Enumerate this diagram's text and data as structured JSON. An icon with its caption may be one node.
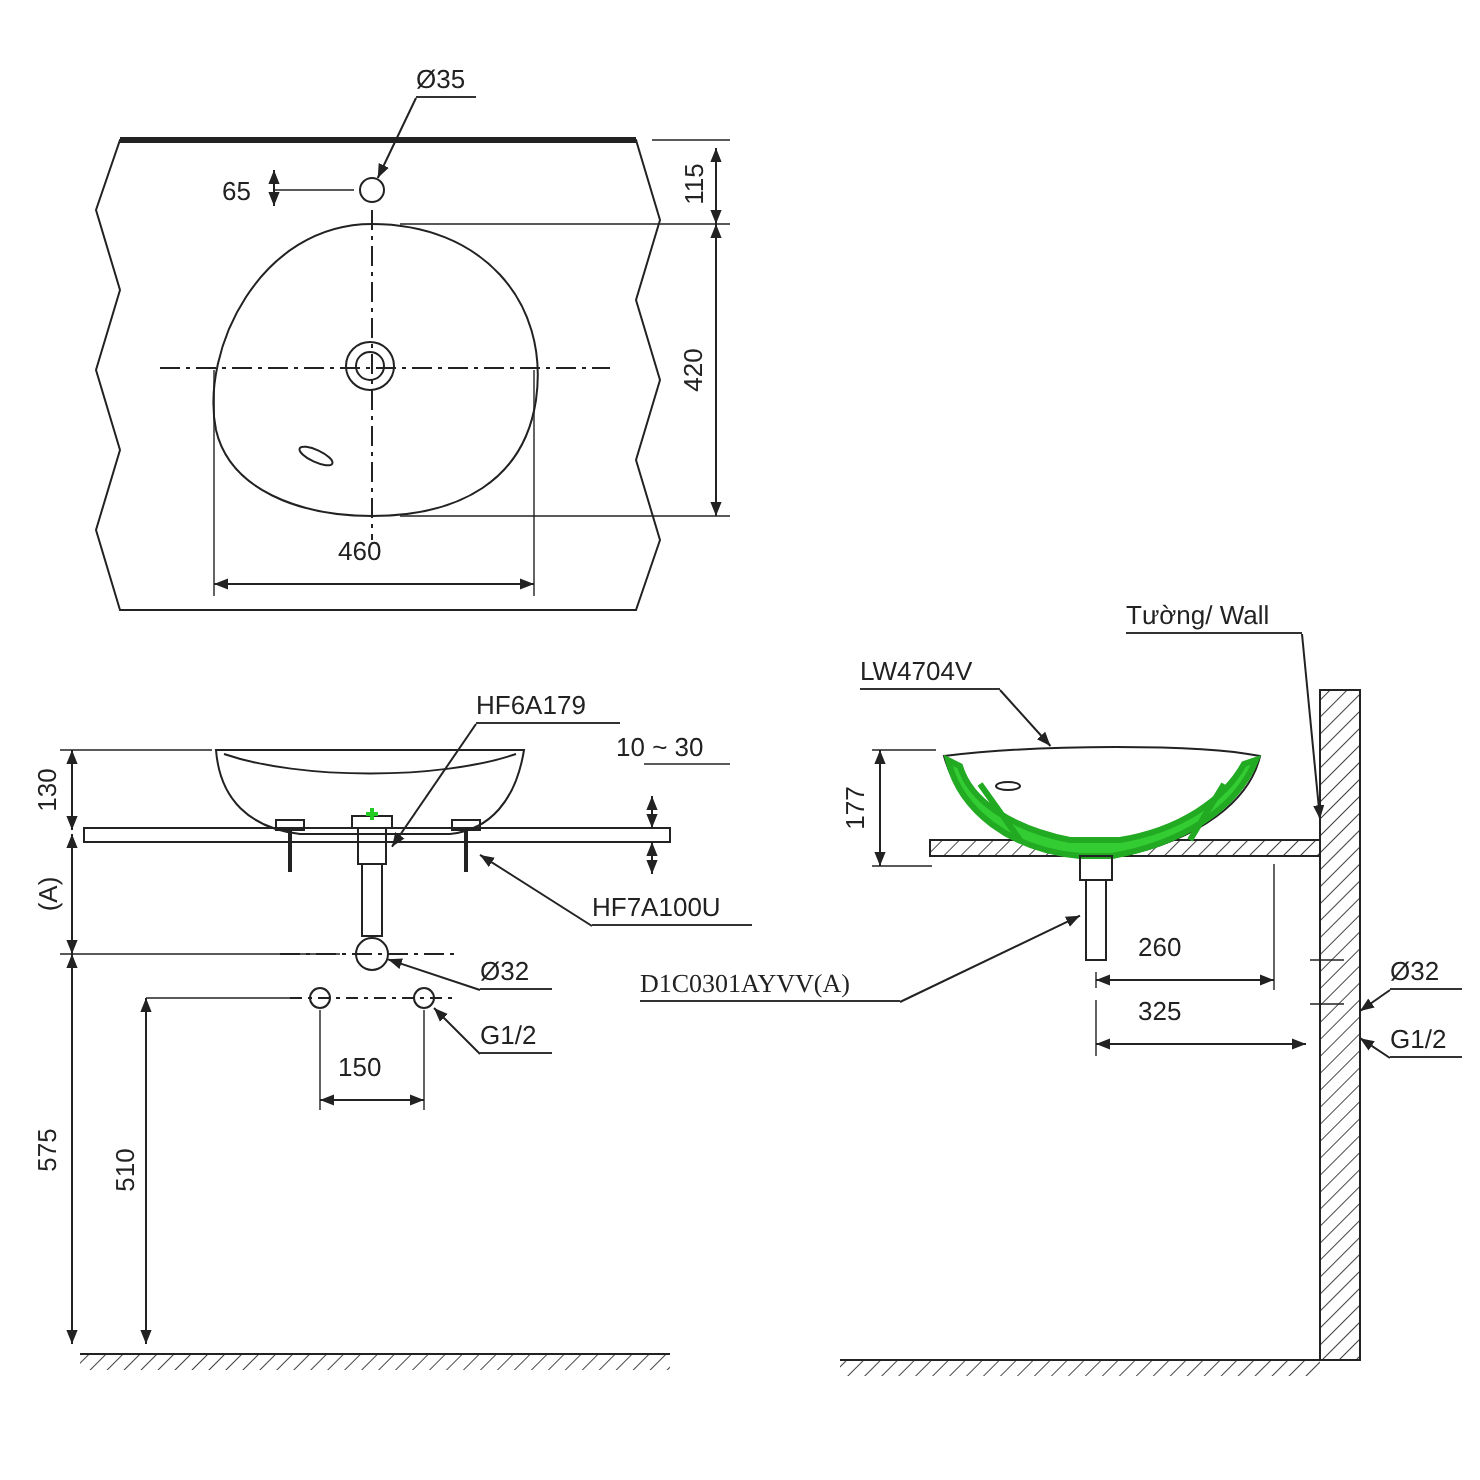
{
  "diagram": {
    "nodes": [
      {
        "text": [
          "Ø35"
        ]
      },
      {
        "text": [],
        "shape": "circle"
      },
      {
        "text": [
          "HF6A179"
        ]
      },
      {
        "text": [],
        "shape": "picture"
      },
      {
        "text": [
          "HF7A100U"
        ]
      },
      {
        "text": [],
        "shape": "picture"
      },
      {
        "text": [
          "Ø32"
        ]
      },
      {
        "text": [],
        "shape": "circle"
      },
      {
        "text": [
          "G1/2"
        ]
      },
      {
        "text": [],
        "shape": "circle"
      },
      {
        "text": [
          "LW4704V"
        ]
      },
      {
        "text": [],
        "shape": "picture"
      },
      {
        "text": [
          "Tường/ Wall"
        ]
      },
      {
        "text": [],
        "shape": "box"
      },
      {
        "text": [
          "D1C0301AYVV(A)"
        ]
      },
      {
        "text": [],
        "shape": "picture"
      },
      {
        "text": [
          "Ø32"
        ]
      },
      {
        "text": [
          "G1/2"
        ]
      }
    ],
    "edges": [
      {
        "from": 0,
        "to": 1,
        "arrow": "to"
      },
      {
        "from": 2,
        "to": 3,
        "arrow": "to"
      },
      {
        "from": 4,
        "to": 5,
        "arrow": "to"
      },
      {
        "from": 6,
        "to": 7,
        "arrow": "to"
      },
      {
        "from": 8,
        "to": 9,
        "arrow": "to"
      },
      {
        "from": 10,
        "to": 11,
        "arrow": "to"
      },
      {
        "from": 12,
        "to": 13,
        "arrow": "to"
      },
      {
        "from": 14,
        "to": 15,
        "arrow": "to"
      },
      {
        "from": 16,
        "to": 13,
        "arrow": "to"
      },
      {
        "from": 17,
        "to": 13,
        "arrow": "to"
      }
    ],
    "labels": [
      "65",
      "115",
      "420",
      "460",
      "130",
      "10 ~ 30",
      "(A)",
      "150",
      "575",
      "510",
      "177",
      "260",
      "325"
    ]
  }
}
